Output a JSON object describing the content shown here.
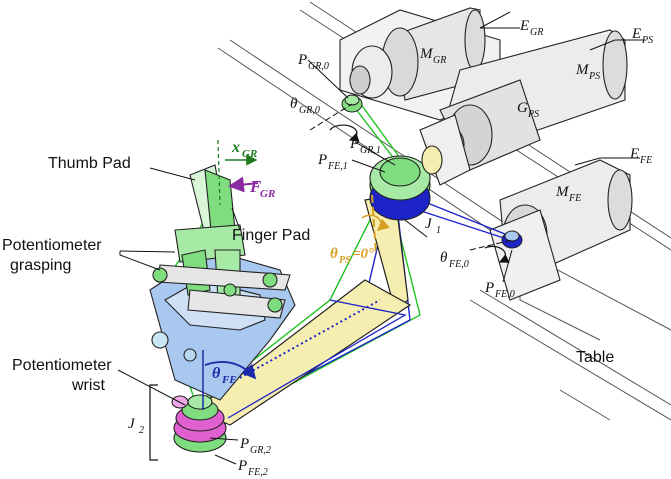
{
  "labels": {
    "thumb_pad": "Thumb Pad",
    "finger_pad": "Finger Pad",
    "pot_grasping_1": "Potentiometer",
    "pot_grasping_2": "grasping",
    "pot_wrist_1": "Potentiometer",
    "pot_wrist_2": "wrist",
    "table": "Table",
    "j1": "J",
    "j1_sub": "1",
    "j2": "J",
    "j2_sub": "2",
    "x_gr": "x",
    "x_gr_sub": "GR",
    "f_gr": "F",
    "f_gr_sub": "GR",
    "theta_fe": "θ",
    "theta_fe_sub": "FE",
    "theta_ps": "θ",
    "theta_ps_sub": "PS",
    "theta_ps_val": "=0°",
    "theta_gr0": "θ",
    "theta_gr0_sub": "GR,0",
    "theta_fe0": "θ",
    "theta_fe0_sub": "FE,0",
    "p_gr0": "P",
    "p_gr0_sub": "GR,0",
    "p_gr1": "P",
    "p_gr1_sub": "GR,1",
    "p_fe1": "P",
    "p_fe1_sub": "FE,1",
    "p_fe0": "P",
    "p_fe0_sub": "FE,0",
    "p_gr2": "P",
    "p_gr2_sub": "GR,2",
    "p_fe2": "P",
    "p_fe2_sub": "FE,2",
    "e_gr": "E",
    "e_gr_sub": "GR",
    "e_ps": "E",
    "e_ps_sub": "PS",
    "e_fe": "E",
    "e_fe_sub": "FE",
    "m_gr": "M",
    "m_gr_sub": "GR",
    "m_ps": "M",
    "m_ps_sub": "PS",
    "m_fe": "M",
    "m_fe_sub": "FE",
    "g_ps": "G",
    "g_ps_sub": "PS"
  },
  "colors": {
    "green_part": "#7fdc7f",
    "green_line": "#22c522",
    "blue_part": "#a9c8ef",
    "blue_line": "#1c24c8",
    "yellow_link": "#f6eeb0",
    "magenta": "#e060d0",
    "gold": "#d8a020",
    "purple": "#8a2aa0",
    "dark_green": "#1e7a1e",
    "motor_gray": "#e6e6e6",
    "outline": "#222222"
  }
}
